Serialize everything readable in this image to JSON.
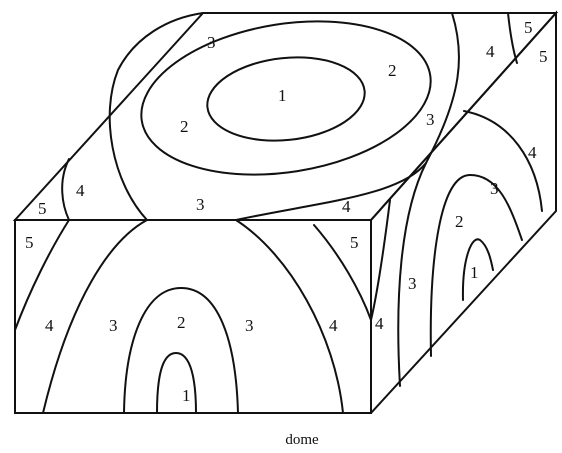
{
  "caption": "dome",
  "layer_labels": {
    "top": [
      "1",
      "2",
      "2",
      "3",
      "3",
      "3",
      "4",
      "4",
      "5",
      "5",
      "5",
      "4"
    ],
    "front": [
      "5",
      "4",
      "3",
      "2",
      "1",
      "3",
      "4",
      "5"
    ],
    "side": [
      "4",
      "3",
      "2",
      "1",
      "3",
      "4"
    ]
  }
}
